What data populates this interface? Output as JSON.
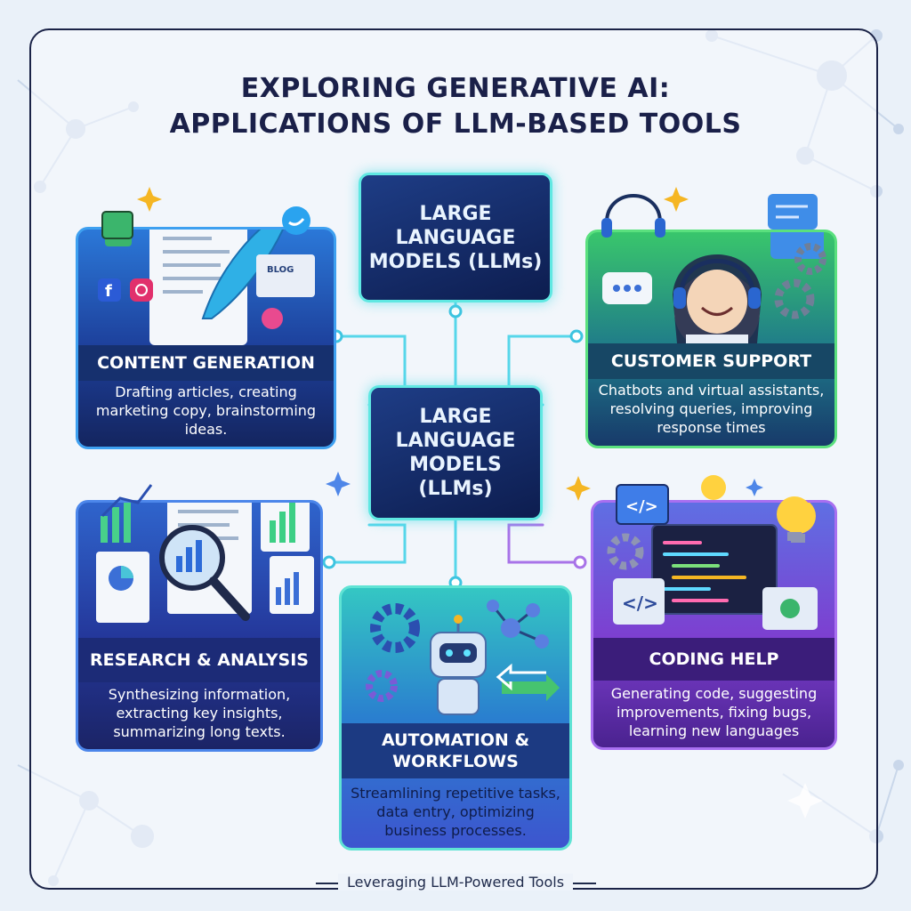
{
  "title_line1": "EXPLORING GENERATIVE AI:",
  "title_line2": "APPLICATIONS OF LLM-BASED TOOLS",
  "top_node": {
    "label": "LARGE LANGUAGE MODELS (LLMs)"
  },
  "center_node": {
    "label": "LARGE LANGUAGE MODELS (LLMs)"
  },
  "cards": {
    "content": {
      "title": "CONTENT GENERATION",
      "description": "Drafting articles, creating marketing copy, brainstorming ideas.",
      "blog_label": "BLOG",
      "color": "#2f6fd8"
    },
    "support": {
      "title": "CUSTOMER SUPPORT",
      "description": "Chatbots and virtual assistants, resolving queries, improving response times",
      "color": "#2fbf6f"
    },
    "research": {
      "title": "RESEARCH & ANALYSIS",
      "description": "Synthesizing information, extracting key insights, summarizing long texts.",
      "color": "#3b63c9"
    },
    "automation": {
      "title": "AUTOMATION & WORKFLOWS",
      "description": "Streamlining repetitive tasks, data entry, optimizing business processes.",
      "color": "#2ec7c6"
    },
    "coding": {
      "title": "CODING HELP",
      "description": "Generating code, suggesting improvements, fixing bugs, learning new languages",
      "color": "#8a47d6"
    }
  },
  "footer": "Leveraging LLM-Powered Tools",
  "colors": {
    "title": "#1a2049",
    "glow": "#5fe8e2",
    "frame": "#1b2347"
  }
}
